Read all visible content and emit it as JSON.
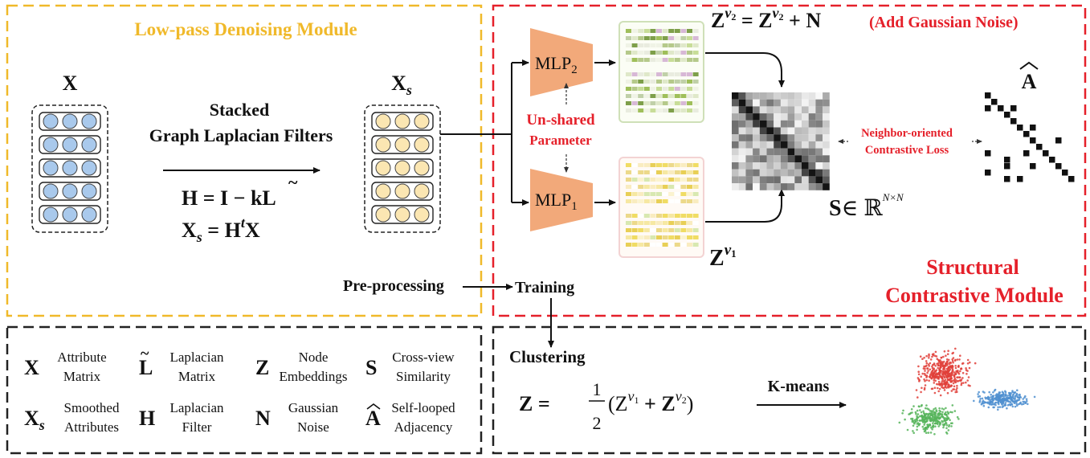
{
  "low_pass": {
    "title": "Low-pass Denoising Module",
    "x_label": "X",
    "xs_label": "X",
    "xs_sub": "s",
    "filters_line1": "Stacked",
    "filters_line2": "Graph Laplacian Filters",
    "eq_h": "H = I − kL",
    "eq_xs_a": "X",
    "eq_xs_sub": "s",
    "eq_xs_b": " = H",
    "eq_xs_sup": "t",
    "eq_xs_c": "X"
  },
  "structural": {
    "title_line1": "Structural",
    "title_line2": "Contrastive Module",
    "mlp2": "MLP",
    "mlp2_sub": "2",
    "mlp1": "MLP",
    "mlp1_sub": "1",
    "unshared_line1": "Un-shared",
    "unshared_line2": "Parameter",
    "z_v2_eq": "Z",
    "z_v2_eq2": " = Z",
    "z_v2_eq3": " + N",
    "z_v_sup": "v",
    "z_v_sup2": "2",
    "noise_note": "(Add Gaussian Noise)",
    "z_v1": "Z",
    "z_v1_sup": "v",
    "z_v1_sub": "1",
    "s_label": "S",
    "s_in": "∈ ℝ",
    "s_sup": "N×N",
    "a_hat": "A",
    "loss_line1": "Neighbor-oriented",
    "loss_line2": "Contrastive Loss"
  },
  "flow": {
    "preprocessing": "Pre-processing",
    "training": "Training"
  },
  "legend": [
    {
      "symbol": "X",
      "sub": "",
      "desc1": "Attribute",
      "desc2": "Matrix"
    },
    {
      "symbol": "L",
      "sub": "",
      "desc1": "Laplacian",
      "desc2": "Matrix"
    },
    {
      "symbol": "Z",
      "sub": "",
      "desc1": "Node",
      "desc2": "Embeddings"
    },
    {
      "symbol": "S",
      "sub": "",
      "desc1": "Cross-view",
      "desc2": "Similarity"
    },
    {
      "symbol": "X",
      "sub": "s",
      "desc1": "Smoothed",
      "desc2": "Attributes"
    },
    {
      "symbol": "H",
      "sub": "",
      "desc1": "Laplacian",
      "desc2": "Filter"
    },
    {
      "symbol": "N",
      "sub": "",
      "desc1": "Gaussian",
      "desc2": "Noise"
    },
    {
      "symbol": "A",
      "sub": "",
      "desc1": "Self-looped",
      "desc2": "Adjacency"
    }
  ],
  "clustering": {
    "title": "Clustering",
    "eq_z": "Z = ",
    "eq_num": "1",
    "eq_den": "2",
    "eq_paren": "(Z",
    "eq_plus": " + Z",
    "eq_close": ")",
    "kmeans": "K-means"
  },
  "colors": {
    "yellow": "#f0b92a",
    "red": "#e5202a",
    "black": "#111111",
    "node_blue": "#a9c9ec",
    "node_cream": "#fbe6b2",
    "mlp_orange": "#f2a97a",
    "cluster_red": "#e0403a",
    "cluster_green": "#56b45a",
    "cluster_blue": "#4f8fd0"
  }
}
